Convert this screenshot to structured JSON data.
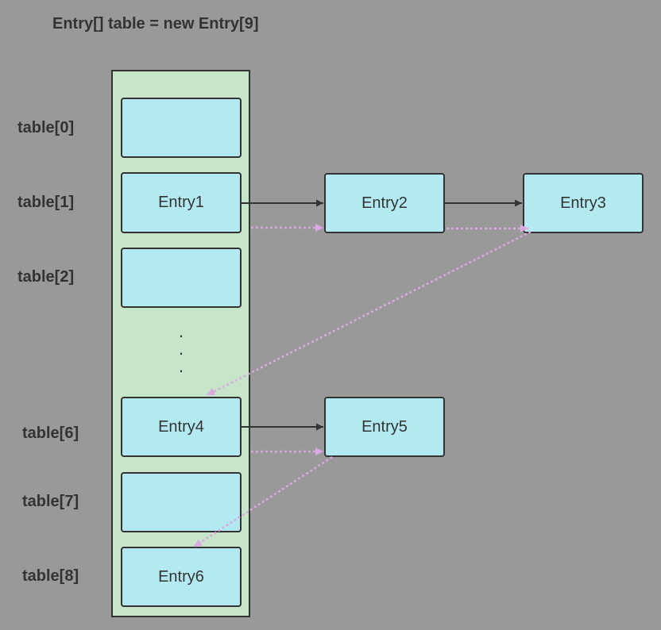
{
  "title": "Entry[] table = new Entry[9]",
  "rows": [
    {
      "label": "table[0]",
      "value": ""
    },
    {
      "label": "table[1]",
      "value": "Entry1"
    },
    {
      "label": "table[2]",
      "value": ""
    },
    {
      "label": "table[6]",
      "value": "Entry4"
    },
    {
      "label": "table[7]",
      "value": ""
    },
    {
      "label": "table[8]",
      "value": "Entry6"
    }
  ],
  "ellipsis": [
    "·",
    "·",
    "·"
  ],
  "chain_nodes": [
    "Entry2",
    "Entry3",
    "Entry5"
  ],
  "colors": {
    "background": "#999999",
    "array_fill": "#c6e5c9",
    "node_fill": "#b3eaf2",
    "next_link": "#333333",
    "after_link": "#d9a9e0"
  }
}
